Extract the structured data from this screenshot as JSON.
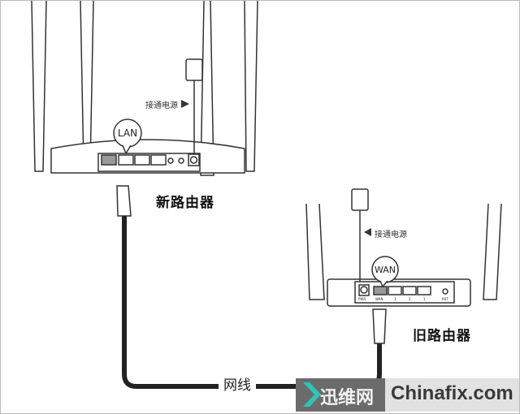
{
  "new_router": {
    "title": "新路由器",
    "port_label": "LAN",
    "power_label": "接通电源"
  },
  "old_router": {
    "title": "旧路由器",
    "port_label": "WAN",
    "power_label": "接通电源",
    "ports": [
      "PWR",
      "WAN",
      "3",
      "2",
      "1",
      "RST"
    ]
  },
  "cable_label": "网线",
  "watermark": {
    "cn": "迅维网",
    "en": "Chinafix.com",
    "accent": "#2ec4b6"
  }
}
